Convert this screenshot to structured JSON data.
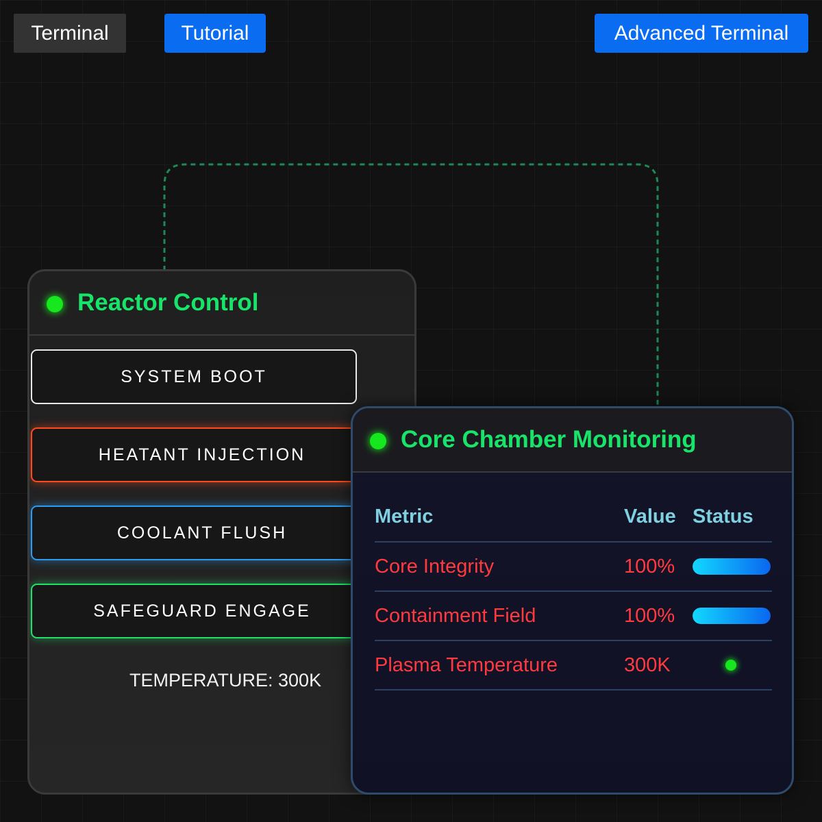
{
  "toolbar": {
    "terminal_label": "Terminal",
    "tutorial_label": "Tutorial",
    "advanced_label": "Advanced Terminal"
  },
  "reactor_panel": {
    "title": "Reactor Control",
    "status_color": "#17e71f",
    "buttons": [
      {
        "label": "SYSTEM BOOT",
        "color": "#e8e8e8"
      },
      {
        "label": "HEATANT INJECTION",
        "color": "#ff4a1c"
      },
      {
        "label": "COOLANT FLUSH",
        "color": "#2d9bf0"
      },
      {
        "label": "SAFEGUARD ENGAGE",
        "color": "#22e06a"
      }
    ],
    "temperature_readout": "TEMPERATURE: 300K"
  },
  "core_panel": {
    "title": "Core Chamber Monitoring",
    "status_color": "#17e71f",
    "columns": [
      "Metric",
      "Value",
      "Status"
    ],
    "rows": [
      {
        "metric": "Core Integrity",
        "value": "100%",
        "status_type": "bar",
        "level": 1.0
      },
      {
        "metric": "Containment Field",
        "value": "100%",
        "status_type": "bar",
        "level": 1.0
      },
      {
        "metric": "Plasma Temperature",
        "value": "300K",
        "status_type": "led",
        "level": null
      }
    ]
  },
  "colors": {
    "accent_blue": "#0a6cf0",
    "title_green": "#19e46a",
    "alert_red": "#ff3a3f",
    "header_cyan": "#7fd0e0"
  }
}
